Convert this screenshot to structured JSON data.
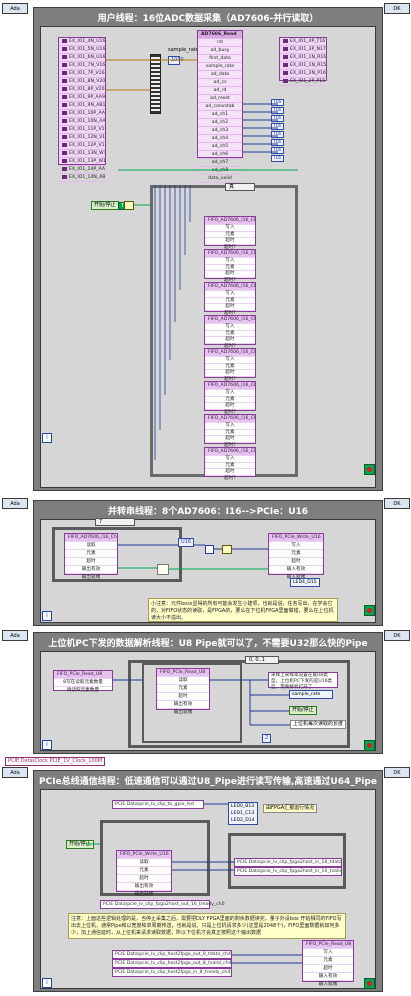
{
  "tags": {
    "t1": "Ada",
    "t2": "Ada",
    "t3": "Ada",
    "t4": "Ada",
    "r1": "DK",
    "r2": "DK",
    "r3": "DK",
    "r4": "DK"
  },
  "sec1": {
    "title": "用户线程：16位ADC数据采集（AD7606-并行读取）",
    "io_left": [
      "EX_IO1_4N_U16",
      "EX_IO1_5N_U16",
      "EX_IO1_6N_U16",
      "EX_IO1_7N_V16",
      "EX_IO1_7P_V16",
      "EX_IO1_8N_V20",
      "EX_IO1_8P_V20",
      "EX_IO1_9P_AA9",
      "EX_IO1_9N_AB10",
      "EX_IO1_10P_AA10",
      "EX_IO1_10N_AA11",
      "EX_IO1_11P_V10",
      "EX_IO1_12N_V12",
      "EX_IO1_12P_V11",
      "EX_IO1_13N_W11",
      "EX_IO1_13P_W11",
      "EX_IO1_14P_AA11",
      "EX_IO1_14N_AB11"
    ],
    "sample_rate_label": "sample_rate",
    "sample_rate_value": "1000",
    "ad7606": {
      "title": "AD7606_Read",
      "rows": [
        "rst",
        "ad_busy",
        "first_data",
        "sample_rate",
        "ad_data",
        "ad_cs",
        "ad_rd",
        "ad_reset",
        "ad_convstab",
        "ad_ch1",
        "ad_ch2",
        "ad_ch3",
        "ad_ch4",
        "ad_ch5",
        "ad_ch6",
        "ad_ch7",
        "ad_ch8",
        "data_valid"
      ]
    },
    "io_right": [
      "EX_IO1_4P_T16",
      "EX_IO1_3P_N17",
      "EX_IO1_1N_R16",
      "EX_IO1_1N_R15",
      "EX_IO1_2N_P16",
      "EX_IO1_2P_P15"
    ],
    "start_stop": "开始/停止",
    "bool_const": "T",
    "case_label": "真",
    "fifo_titles": [
      "FIFO_AD7606_I16_Ch8",
      "FIFO_AD7606_I16_Ch7",
      "FIFO_AD7606_I16_Ch6",
      "FIFO_AD7606_I16_Ch5",
      "FIFO_AD7606_I16_Ch4",
      "FIFO_AD7606_I16_Ch3",
      "FIFO_AD7606_I16_Ch2",
      "FIFO_AD7606_I16_Ch1"
    ],
    "fifo_rows": [
      "写入",
      "元素",
      "超时",
      "超时?"
    ],
    "i16_tags": [
      "I16",
      "I16",
      "I16",
      "I16",
      "I16",
      "I16",
      "I16",
      "I16"
    ],
    "iter": "i"
  },
  "sec2": {
    "title": "并转串线程：8个AD7606：I16-->PCIe：U16",
    "case_sel": "7",
    "read_fifo": {
      "title": "FIFO_AD7606_I16_Ch8",
      "rows": [
        "读取",
        "元素",
        "超时",
        "输出有效",
        "输出就绪"
      ]
    },
    "write_fifo": {
      "title": "FIFO_PCIe_Write_U16",
      "rows": [
        "写入",
        "元素",
        "超时",
        "输入有效",
        "输入就绪"
      ]
    },
    "u16": "U16",
    "led": "LED4_D15",
    "note": "小注意：元件boss显得的所有可能会发生小建项，也就是说，任务写出，在学会它的，对FIFO状态的读取，是FPGA的，要么在下位机FPGA里面做错，要么在上位机读大小不溢出。"
  },
  "sec3": {
    "title": "上位机PC下发的数据解析线程：U8 Pipe就可以了，不需要U32那么快的Pipe",
    "ext_fifo": {
      "title": "FIFO_PCIe_Read_U8",
      "rows": [
        "8写在读取元素数量",
        "待读取元素数量"
      ]
    },
    "case_sel": "0, 0..1",
    "inner_fifo": {
      "title": "FIFO_PCIe_Read_U8",
      "rows": [
        "读取",
        "元素",
        "超时",
        "输出有效",
        "输出就绪"
      ]
    },
    "comment": "采样上采样率设置在最U8类型，上位机PC下发的是U16类型，需要解析打开了",
    "sample_rate": "sample_rate",
    "start_stop": "开始/停止",
    "length_note": "上位机每次读取的长度",
    "const": "2"
  },
  "clock": "PCIE Data\\Clock PCIE_1V_Clock_100M",
  "sec4": {
    "title": "PCIe总线通信线程：低速通信可以通过U8_Pipe进行读写传输,高速通过U64_Pipe",
    "gpio_label": "PCIE Data\\pcie_lv_clip_to_gpio_led",
    "leds": [
      "LED0_B13",
      "LED1_C13",
      "LED2_D14"
    ],
    "fpga_label": "由FPGA汇报运行情况",
    "start_stop": "开始/停止",
    "read_u8_title": "FIFO_PCIe_Write_U16",
    "read_rows": [
      "读取",
      "元素",
      "超时",
      "输出有效",
      "输出就绪"
    ],
    "out_labels": [
      "PCIE Data\\pcie_lv_clip_fpga2host_in_16_tdata_ch0",
      "PCIE Data\\pcie_lv_clip_fpga2host_in_16_tvalid_ch0"
    ],
    "tready": "PCIE Data\\pcie_lv_clip_fpga2host_out_16_tready_ch0",
    "note": "注意：上面这些逻辑处理的是，当停止采集之后，需要把DLY FPGA里面的剩余数据读完，量子外设box 开始相同的FIFO写出去上位机，通常Pipe和以宽度和单周期传送，也就是说，只是上位机请求多少(这里是2048个)，FIFO里面数据就如何多少，加上通信延时，从上位机来请求读取数据，所以下位机才会真正按照这个输出数据",
    "in_labels": [
      "PCIE Data\\pcie_lv_clip_host2fpga_out_8_tdata_ch4",
      "PCIE Data\\pcie_lv_clip_host2fpga_out_8_tvalid_ch4",
      "PCIE Data\\pcie_lv_clip_host2fpga_in_8_tready_ch4"
    ],
    "write_u8": {
      "title": "FIFO_PCIe_Read_U8",
      "rows": [
        "写入",
        "元素",
        "超时",
        "输入有效",
        "输入就绪"
      ]
    }
  }
}
